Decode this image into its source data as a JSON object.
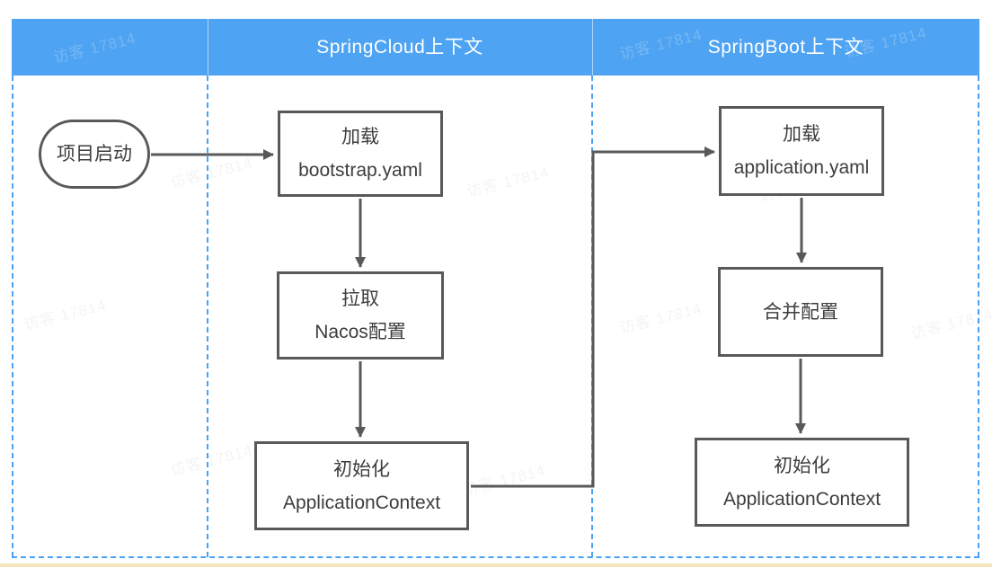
{
  "header": {
    "col2_title": "SpringCloud上下文",
    "col3_title": "SpringBoot上下文"
  },
  "nodes": {
    "start": {
      "label": "项目启动"
    },
    "load_bootstrap": {
      "line1": "加载",
      "line2": "bootstrap.yaml"
    },
    "pull_nacos": {
      "line1": "拉取",
      "line2": "Nacos配置"
    },
    "init_cloud_context": {
      "line1": "初始化",
      "line2": "ApplicationContext"
    },
    "load_application": {
      "line1": "加载",
      "line2": "application.yaml"
    },
    "merge_config": {
      "label": "合并配置"
    },
    "init_boot_context": {
      "line1": "初始化",
      "line2": "ApplicationContext"
    }
  },
  "watermark": {
    "text": "访客 17814"
  },
  "colors": {
    "header_blue": "#4EA3F2",
    "dashed_border_blue": "#47A2F8",
    "box_border_gray": "#595959",
    "arrow_gray": "#595959",
    "text_dark": "#3D3D3D",
    "bottom_bar_cream": "#F1E5BB"
  }
}
